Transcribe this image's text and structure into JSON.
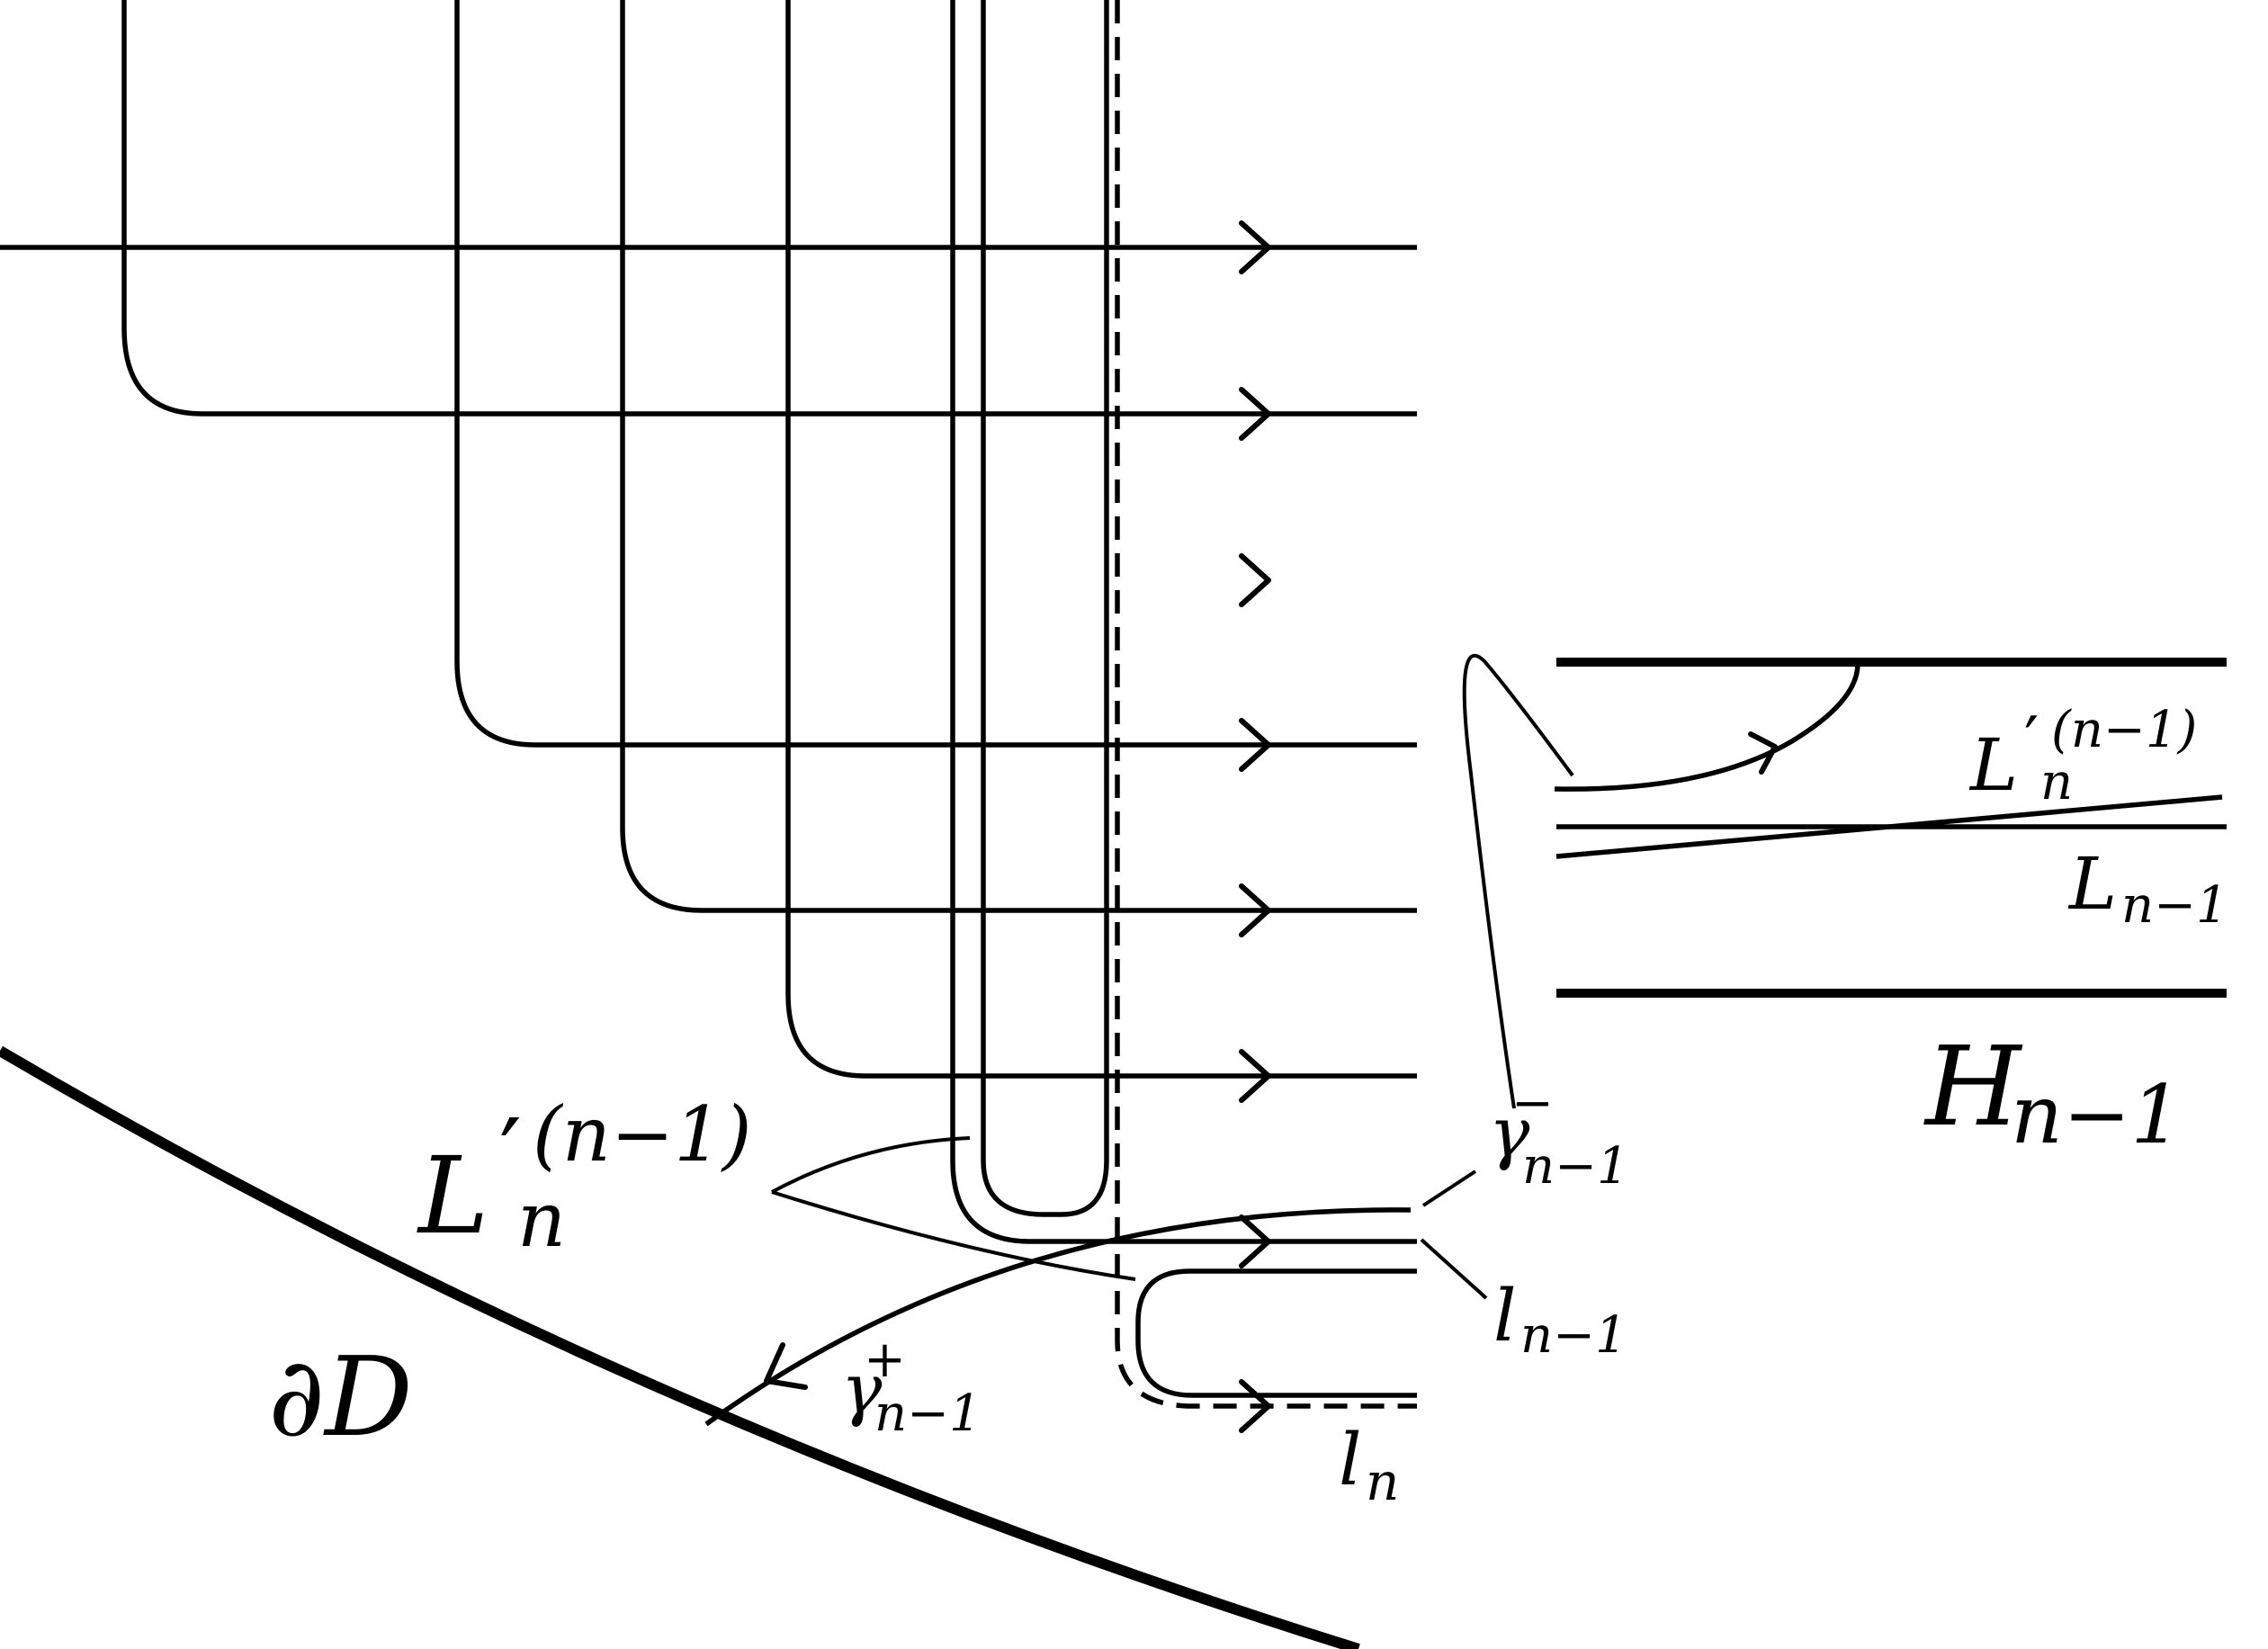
{
  "labels": {
    "L_base": "L",
    "L_prime": "′",
    "L_sub": "n",
    "L_sup": "(n−1)",
    "dD": "∂D",
    "gamma_plus_base": "γ",
    "gamma_plus_sup": "+",
    "gamma_plus_sub": "n−1",
    "gamma_minus_base": "γ",
    "gamma_minus_sup": "−",
    "gamma_minus_sub": "n−1",
    "l_nm1_base": "l",
    "l_nm1_sub": "n−1",
    "l_n_base": "l",
    "l_n_sub": "n",
    "inset_Lprime_base": "L",
    "inset_Lprime_prime": "′",
    "inset_Lprime_sub": "n",
    "inset_Lprime_sup": "(n−1)",
    "inset_L_base": "L",
    "inset_L_sub": "n−1",
    "H_base": "H",
    "H_sub": "n−1"
  }
}
